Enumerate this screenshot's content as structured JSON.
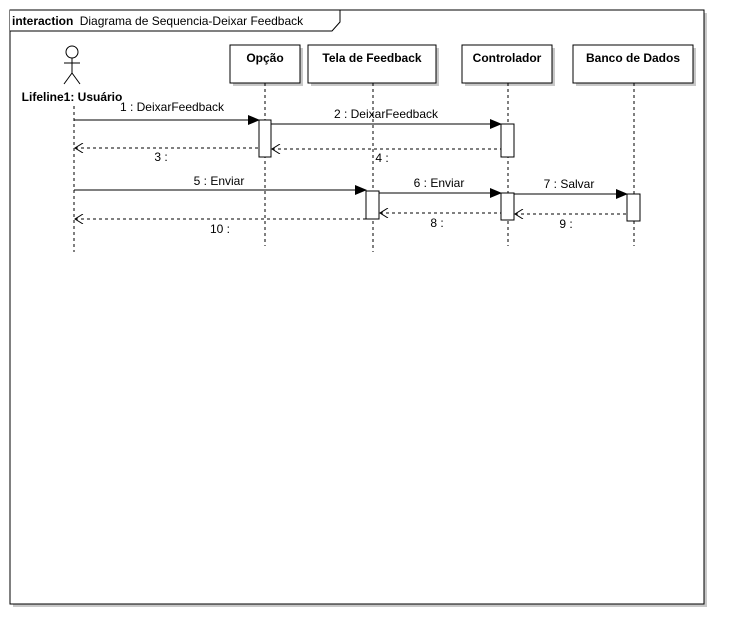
{
  "frame": {
    "keyword": "interaction",
    "name": "Diagrama de Sequencia-Deixar Feedback"
  },
  "actor": {
    "label": "Lifeline1: Usuário"
  },
  "lifelines": [
    {
      "id": "opcao",
      "label": "Opção"
    },
    {
      "id": "tela",
      "label": "Tela de Feedback"
    },
    {
      "id": "controlador",
      "label": "Controlador"
    },
    {
      "id": "banco",
      "label": "Banco de Dados"
    }
  ],
  "messages": [
    {
      "id": "m1",
      "label": "1 : DeixarFeedback",
      "kind": "call"
    },
    {
      "id": "m2",
      "label": "2 : DeixarFeedback",
      "kind": "call"
    },
    {
      "id": "m3",
      "label": "3 :",
      "kind": "return"
    },
    {
      "id": "m4",
      "label": "4 :",
      "kind": "return"
    },
    {
      "id": "m5",
      "label": "5 : Enviar",
      "kind": "call"
    },
    {
      "id": "m6",
      "label": "6 : Enviar",
      "kind": "call"
    },
    {
      "id": "m7",
      "label": "7 : Salvar",
      "kind": "call"
    },
    {
      "id": "m8",
      "label": "8 :",
      "kind": "return"
    },
    {
      "id": "m9",
      "label": "9 :",
      "kind": "return"
    },
    {
      "id": "m10",
      "label": "10 :",
      "kind": "return"
    }
  ],
  "colors": {
    "line": "#000000",
    "shadow": "#c8c8c8",
    "box": "#ffffff"
  }
}
